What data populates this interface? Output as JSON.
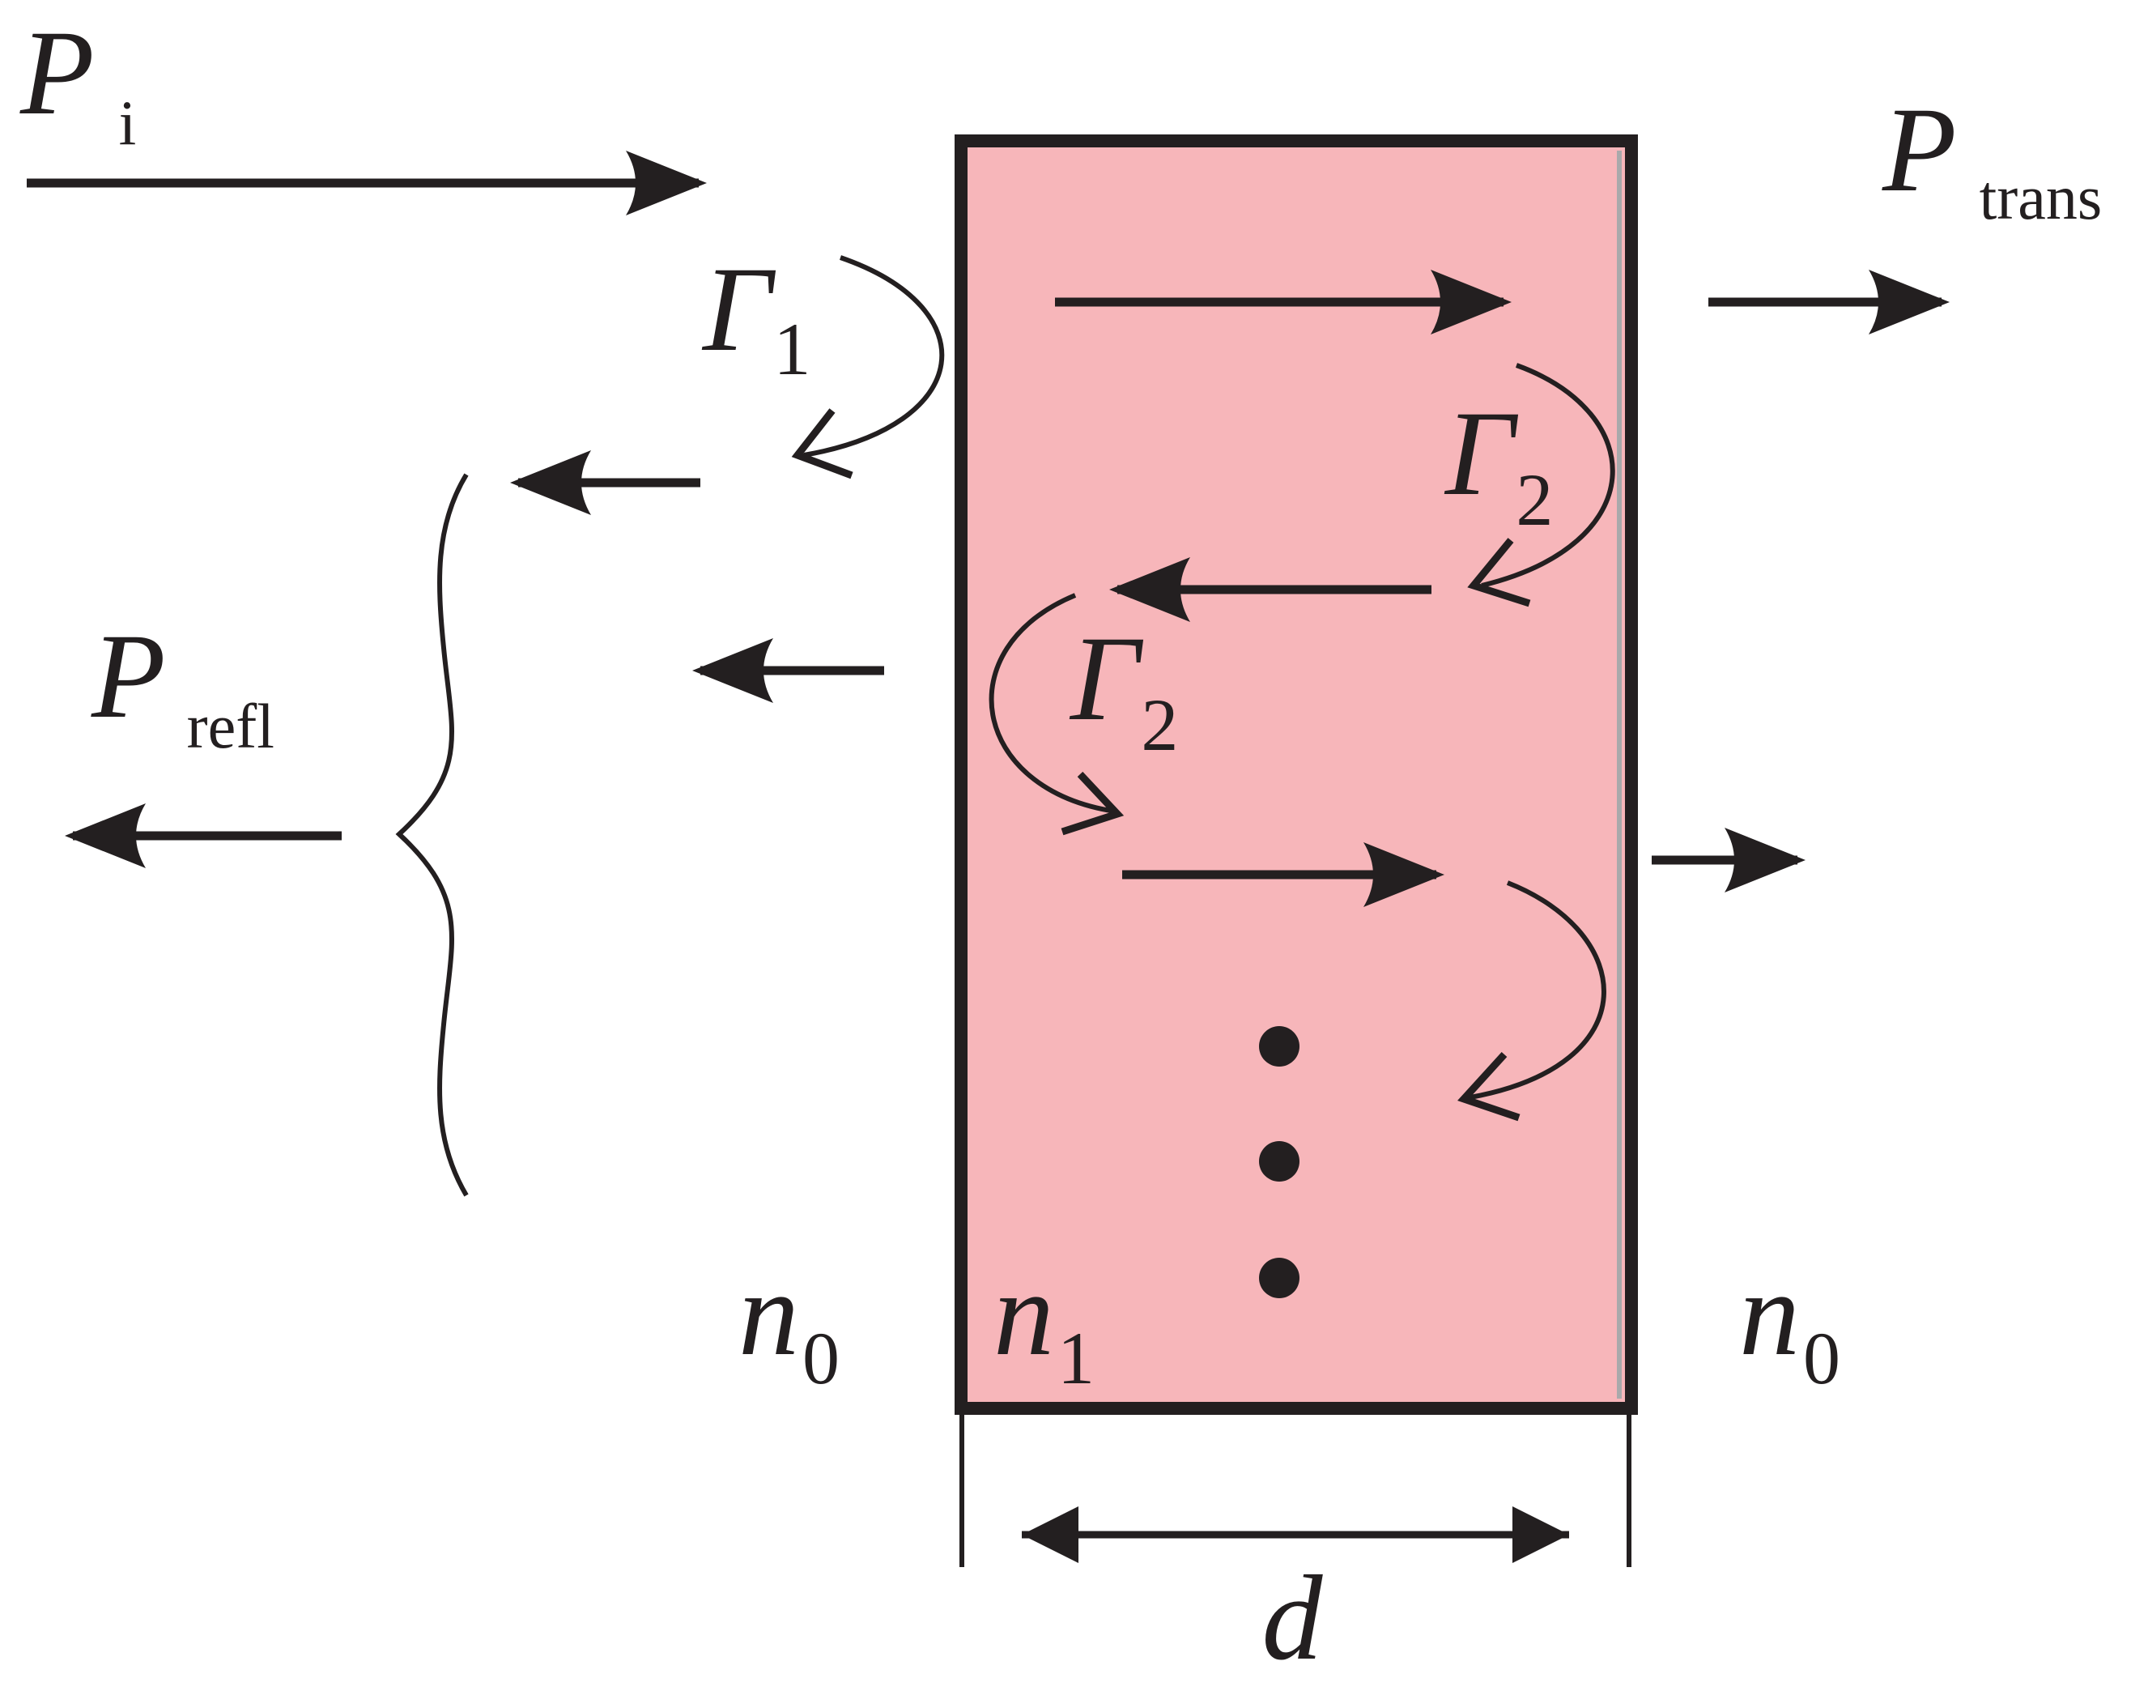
{
  "colors": {
    "slab_fill": "#f7b6ba",
    "ink": "#231f20",
    "slab_edge_shadow": "#a9a9ab"
  },
  "labels": {
    "incident_power": {
      "main": "P",
      "sub": "i"
    },
    "transmitted_power": {
      "main": "P",
      "sub": "trans"
    },
    "reflected_power": {
      "main": "P",
      "sub": "refl"
    },
    "gamma_front": {
      "main": "Γ",
      "sub": "1"
    },
    "gamma_back": {
      "main": "Γ",
      "sub": "2"
    },
    "gamma_front_inner": {
      "main": "Γ",
      "sub": "2"
    },
    "index_outside_left": {
      "main": "n",
      "sub": "0"
    },
    "index_slab": {
      "main": "n",
      "sub": "1"
    },
    "index_outside_right": {
      "main": "n",
      "sub": "0"
    },
    "thickness": "d"
  },
  "icons": {
    "continuation": "vertical-ellipsis-dots",
    "grouping": "curly-brace"
  }
}
